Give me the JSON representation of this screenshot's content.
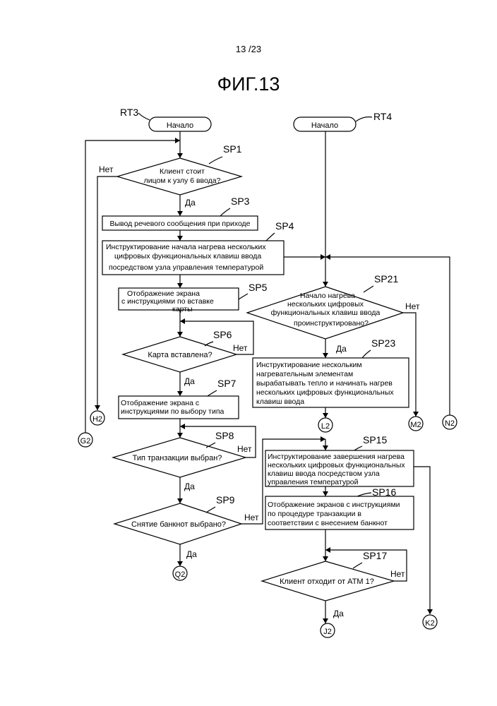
{
  "header": {
    "page_number": "13 /23",
    "figure_title": "ФИГ.13"
  },
  "flow_left": {
    "id": "RT3",
    "start_label": "Начало",
    "sp1": {
      "id": "SP1",
      "lines": [
        "Клиент стоит",
        "лицом к узлу 6 ввода?"
      ],
      "no": "Нет",
      "yes": "Да"
    },
    "sp3": {
      "id": "SP3",
      "lines": [
        "Вывод речевого сообщения при приходе"
      ]
    },
    "sp4": {
      "id": "SP4",
      "lines": [
        "Инструктирование начала нагрева нескольких",
        "цифровых функциональных клавиш ввода",
        "посредством узла управления температурой"
      ]
    },
    "sp5": {
      "id": "SP5",
      "lines": [
        "Отображение экрана",
        "с инструкциями по вставке",
        "карты"
      ]
    },
    "sp6": {
      "id": "SP6",
      "lines": [
        "Карта вставлена?"
      ],
      "no": "Нет",
      "yes": "Да"
    },
    "sp7": {
      "id": "SP7",
      "lines": [
        "Отображение экрана с",
        "инструкциями по выбору типа"
      ]
    },
    "sp8": {
      "id": "SP8",
      "lines": [
        "Тип транзакции выбран?"
      ],
      "no": "Нет",
      "yes": "Да"
    },
    "sp9": {
      "id": "SP9",
      "lines": [
        "Снятие банкнот выбрано?"
      ],
      "no": "Нет",
      "yes": "Да"
    }
  },
  "flow_right": {
    "id": "RT4",
    "start_label": "Начало",
    "sp21": {
      "id": "SP21",
      "lines": [
        "Начало нагрева",
        "нескольких цифровых",
        "функциональных клавиш ввода",
        "проинструктировано?"
      ],
      "no": "Нет",
      "yes": "Да"
    },
    "sp23": {
      "id": "SP23",
      "lines": [
        "Инструктирование нескольким",
        "нагревательным элементам",
        "вырабатывать тепло и начинать нагрев",
        "нескольких цифровых функциональных",
        "клавиш ввода"
      ]
    },
    "sp15": {
      "id": "SP15",
      "lines": [
        "Инструктирование завершения нагрева",
        "нескольких цифровых функциональных",
        "клавиш ввода посредством узла",
        "управления температурой"
      ]
    },
    "sp16": {
      "id": "SP16",
      "lines": [
        "Отображение экранов с инструкциями",
        "по процедуре транзакции в",
        "соответствии с внесением банкнот"
      ]
    },
    "sp17": {
      "id": "SP17",
      "lines": [
        "Клиент отходит от ATM 1?"
      ],
      "no": "Нет",
      "yes": "Да"
    }
  },
  "connectors": {
    "g2": "G2",
    "h2": "H2",
    "q2": "Q2",
    "l2": "L2",
    "m2": "M2",
    "n2": "N2",
    "j2": "J2",
    "k2": "K2"
  }
}
